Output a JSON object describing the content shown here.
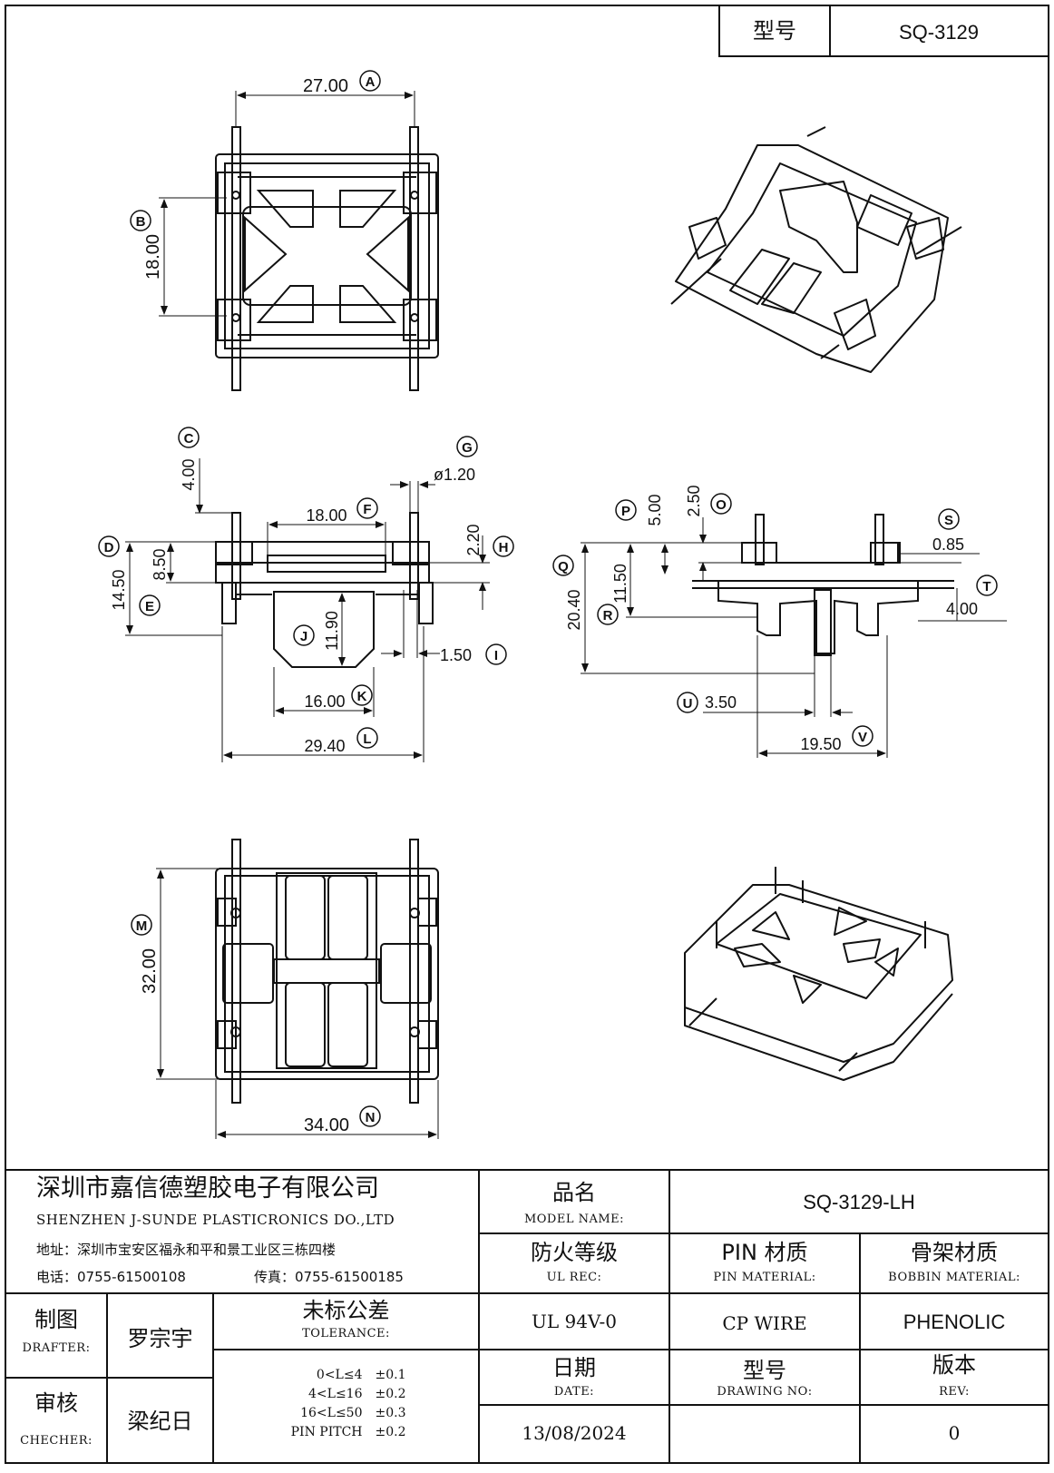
{
  "header": {
    "model_label": "型号",
    "model_value": "SQ-3129"
  },
  "dimensions": {
    "A": {
      "value": "27.00",
      "marker": "A"
    },
    "B": {
      "value": "18.00",
      "marker": "B"
    },
    "C": {
      "value": "4.00",
      "marker": "C"
    },
    "D": {
      "value": "14.50",
      "marker": "D"
    },
    "E": {
      "value": "8.50",
      "marker": "E"
    },
    "F": {
      "value": "18.00",
      "marker": "F"
    },
    "G": {
      "value": "ø1.20",
      "marker": "G"
    },
    "H": {
      "value": "2.20",
      "marker": "H"
    },
    "I": {
      "value": "1.50",
      "marker": "I"
    },
    "J": {
      "value": "11.90",
      "marker": "J"
    },
    "K": {
      "value": "16.00",
      "marker": "K"
    },
    "L": {
      "value": "29.40",
      "marker": "L"
    },
    "M": {
      "value": "32.00",
      "marker": "M"
    },
    "N": {
      "value": "34.00",
      "marker": "N"
    },
    "O": {
      "value": "2.50",
      "marker": "O"
    },
    "P": {
      "value": "5.00",
      "marker": "P"
    },
    "Q": {
      "value": "20.40",
      "marker": "Q"
    },
    "R": {
      "value": "11.50",
      "marker": "R"
    },
    "S": {
      "value": "0.85",
      "marker": "S"
    },
    "T": {
      "value": "4.00",
      "marker": "T"
    },
    "U": {
      "value": "3.50",
      "marker": "U"
    },
    "V": {
      "value": "19.50",
      "marker": "V"
    }
  },
  "title_block": {
    "company_cn": "深圳市嘉信德塑胶电子有限公司",
    "company_en": "SHENZHEN J-SUNDE PLASTICRONICS DO.,LTD",
    "address": "地址：深圳市宝安区福永和平和景工业区三栋四楼",
    "phone": "电话：0755-61500108",
    "fax": "传真：0755-61500185",
    "model_name_cn": "品名",
    "model_name_en": "MODEL NAME:",
    "model_name_value": "SQ-3129-LH",
    "ul_cn": "防火等级",
    "ul_en": "UL REC:",
    "pin_cn": "PIN 材质",
    "pin_en": "PIN MATERIAL:",
    "bobbin_cn": "骨架材质",
    "bobbin_en": "BOBBIN MATERIAL:",
    "drafter_cn": "制图",
    "drafter_en": "DRAFTER:",
    "drafter_name": "罗宗宇",
    "tolerance_cn": "未标公差",
    "tolerance_en": "TOLERANCE:",
    "ul_value": "UL 94V-0",
    "pin_value": "CP WIRE",
    "bobbin_value": "PHENOLIC",
    "checker_cn": "审核",
    "checker_en": "CHECHER:",
    "checker_name": "梁纪日",
    "tolerances": [
      {
        "range": "0<L≤4",
        "tol": "±0.1"
      },
      {
        "range": "4<L≤16",
        "tol": "±0.2"
      },
      {
        "range": "16<L≤50",
        "tol": "±0.3"
      },
      {
        "range": "PIN PITCH",
        "tol": "±0.2"
      }
    ],
    "date_cn": "日期",
    "date_en": "DATE:",
    "date_value": "13/08/2024",
    "drawing_cn": "型号",
    "drawing_en": "DRAWING NO:",
    "drawing_value": "",
    "rev_cn": "版本",
    "rev_en": "REV:",
    "rev_value": "0"
  }
}
